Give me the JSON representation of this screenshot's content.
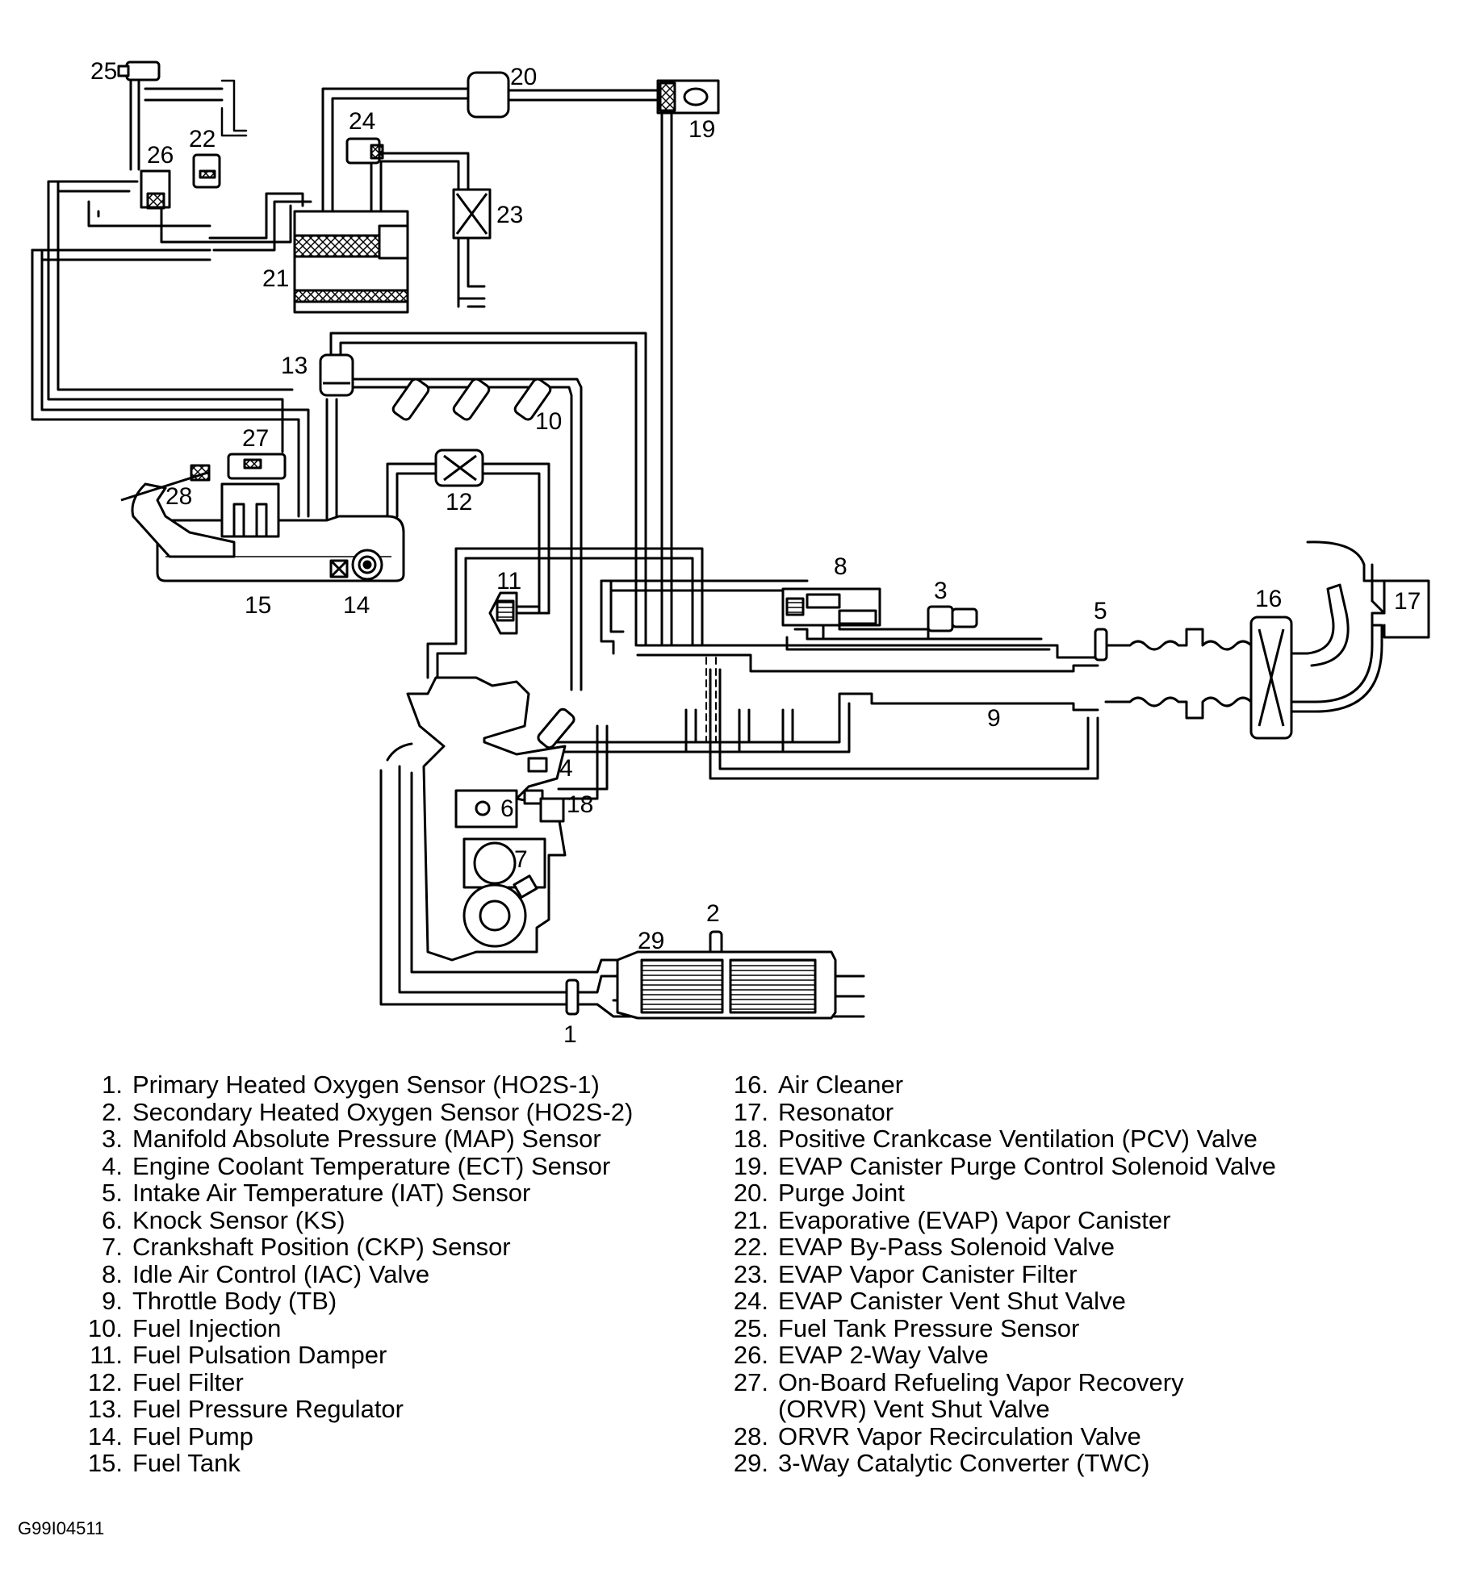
{
  "legend": [
    {
      "num": "1.",
      "text": "Primary Heated Oxygen Sensor (HO2S-1)"
    },
    {
      "num": "2.",
      "text": "Secondary Heated Oxygen Sensor (HO2S-2)"
    },
    {
      "num": "3.",
      "text": "Manifold Absolute Pressure (MAP) Sensor"
    },
    {
      "num": "4.",
      "text": "Engine Coolant Temperature (ECT) Sensor"
    },
    {
      "num": "5.",
      "text": "Intake Air Temperature (IAT) Sensor"
    },
    {
      "num": "6.",
      "text": "Knock Sensor (KS)"
    },
    {
      "num": "7.",
      "text": "Crankshaft Position (CKP) Sensor"
    },
    {
      "num": "8.",
      "text": "Idle Air Control (IAC) Valve"
    },
    {
      "num": "9.",
      "text": "Throttle Body (TB)"
    },
    {
      "num": "10.",
      "text": "Fuel Injection"
    },
    {
      "num": "11.",
      "text": "Fuel Pulsation Damper"
    },
    {
      "num": "12.",
      "text": "Fuel Filter"
    },
    {
      "num": "13.",
      "text": "Fuel Pressure Regulator"
    },
    {
      "num": "14.",
      "text": "Fuel Pump"
    },
    {
      "num": "15.",
      "text": "Fuel Tank"
    },
    {
      "num": "16.",
      "text": "Air Cleaner"
    },
    {
      "num": "17.",
      "text": "Resonator"
    },
    {
      "num": "18.",
      "text": "Positive Crankcase Ventilation (PCV) Valve"
    },
    {
      "num": "19.",
      "text": "EVAP Canister Purge Control Solenoid Valve"
    },
    {
      "num": "20.",
      "text": "Purge Joint"
    },
    {
      "num": "21.",
      "text": "Evaporative (EVAP) Vapor Canister"
    },
    {
      "num": "22.",
      "text": "EVAP By-Pass Solenoid Valve"
    },
    {
      "num": "23.",
      "text": "EVAP Vapor Canister Filter"
    },
    {
      "num": "24.",
      "text": "EVAP Canister Vent Shut Valve"
    },
    {
      "num": "25.",
      "text": "Fuel Tank Pressure Sensor"
    },
    {
      "num": "26.",
      "text": "EVAP 2-Way Valve"
    },
    {
      "num": "27.",
      "text": "On-Board Refueling Vapor Recovery",
      "text2": "(ORVR) Vent Shut Valve"
    },
    {
      "num": "28.",
      "text": "ORVR Vapor Recirculation Valve"
    },
    {
      "num": "29.",
      "text": "3-Way Catalytic Converter (TWC)"
    }
  ],
  "callouts": [
    "1",
    "2",
    "3",
    "4",
    "5",
    "6",
    "7",
    "8",
    "9",
    "10",
    "11",
    "12",
    "13",
    "14",
    "15",
    "16",
    "17",
    "18",
    "19",
    "20",
    "21",
    "22",
    "23",
    "24",
    "25",
    "26",
    "27",
    "28",
    "29"
  ],
  "figure_id": "G99I04511"
}
